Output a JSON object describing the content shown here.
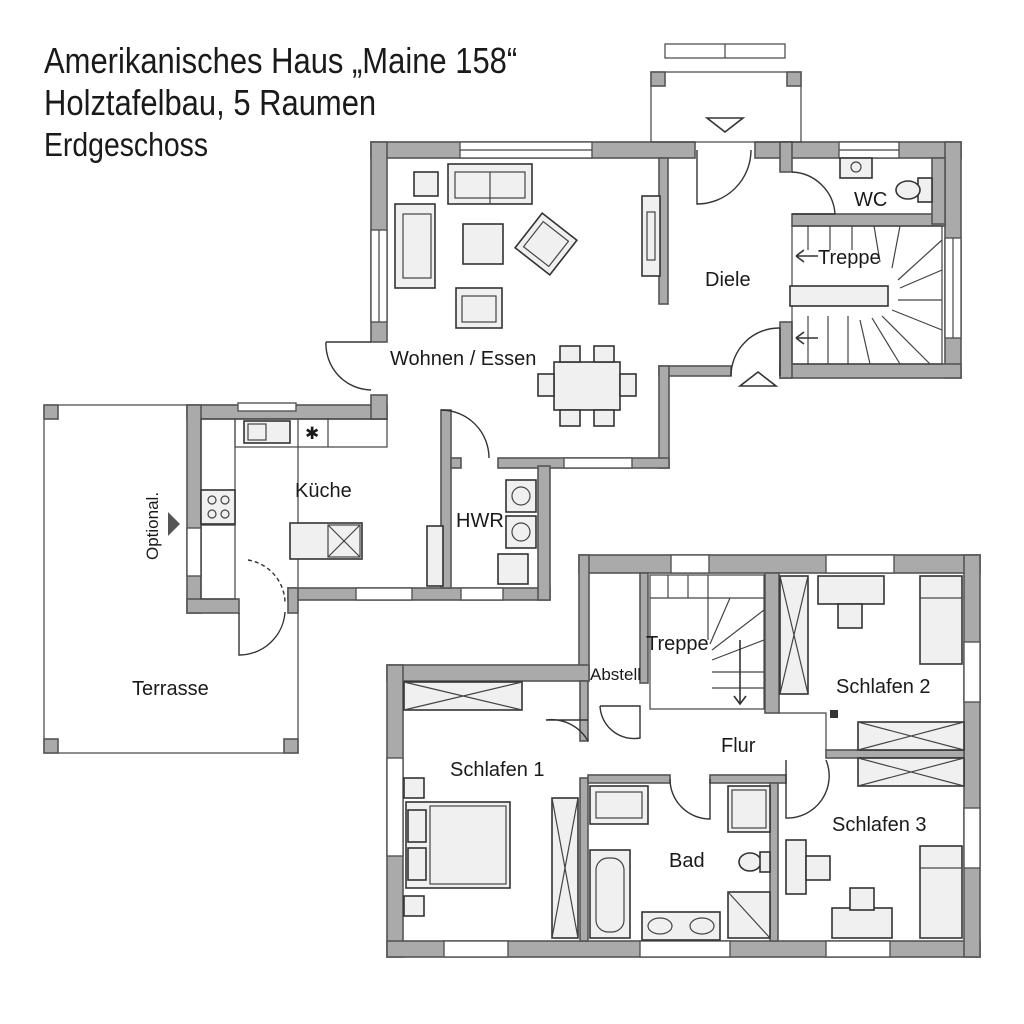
{
  "header": {
    "title_line1": "Amerikanisches Haus „Maine 158“",
    "title_line2": "Holztafelbau, 5 Raumen",
    "title_line3": "Erdgeschoss"
  },
  "rooms": {
    "wc": "WC",
    "treppe_top": "Treppe",
    "diele": "Diele",
    "wohnen": "Wohnen / Essen",
    "kueche": "Küche",
    "hwr": "HWR",
    "optional": "Optional.",
    "terrasse": "Terrasse",
    "treppe_bottom": "Treppe",
    "abstell": "Abstell",
    "schlafen2": "Schlafen 2",
    "flur": "Flur",
    "schlafen1": "Schlafen 1",
    "bad": "Bad",
    "schlafen3": "Schlafen 3"
  },
  "colors": {
    "wall": "#aaaaaa",
    "line": "#333333",
    "background": "#ffffff"
  }
}
